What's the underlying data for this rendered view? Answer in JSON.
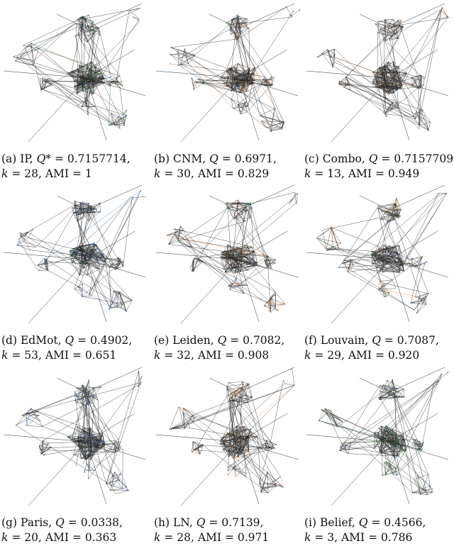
{
  "figure": {
    "panels": [
      {
        "label": "(a)",
        "method": "IP",
        "q_symbol": "Q*",
        "q_value": "0.7157714",
        "k": "28",
        "ami": "1",
        "accent": "#2f8f2f"
      },
      {
        "label": "(b)",
        "method": "CNM",
        "q_symbol": "Q",
        "q_value": "0.6971",
        "k": "30",
        "ami": "0.829",
        "accent": "#e07b2a"
      },
      {
        "label": "(c)",
        "method": "Combo",
        "q_symbol": "Q",
        "q_value": "0.7157709",
        "k": "13",
        "ami": "0.949",
        "accent": "#e07b2a"
      },
      {
        "label": "(d)",
        "method": "EdMot",
        "q_symbol": "Q",
        "q_value": "0.4902",
        "k": "53",
        "ami": "0.651",
        "accent": "#2a6fc9"
      },
      {
        "label": "(e)",
        "method": "Leiden",
        "q_symbol": "Q",
        "q_value": "0.7082",
        "k": "32",
        "ami": "0.908",
        "accent": "#e07b2a"
      },
      {
        "label": "(f)",
        "method": "Louvain",
        "q_symbol": "Q",
        "q_value": "0.7087",
        "k": "29",
        "ami": "0.920",
        "accent": "#e07b2a"
      },
      {
        "label": "(g)",
        "method": "Paris",
        "q_symbol": "Q",
        "q_value": "0.0338",
        "k": "20",
        "ami": "0.363",
        "accent": "#2a6fc9"
      },
      {
        "label": "(h)",
        "method": "LN",
        "q_symbol": "Q",
        "q_value": "0.7139",
        "k": "28",
        "ami": "0.971",
        "accent": "#e07b2a"
      },
      {
        "label": "(i)",
        "method": "Belief",
        "q_symbol": "Q",
        "q_value": "0.4566",
        "k": "3",
        "ami": "0.786",
        "accent": "#2f8f2f"
      }
    ]
  }
}
